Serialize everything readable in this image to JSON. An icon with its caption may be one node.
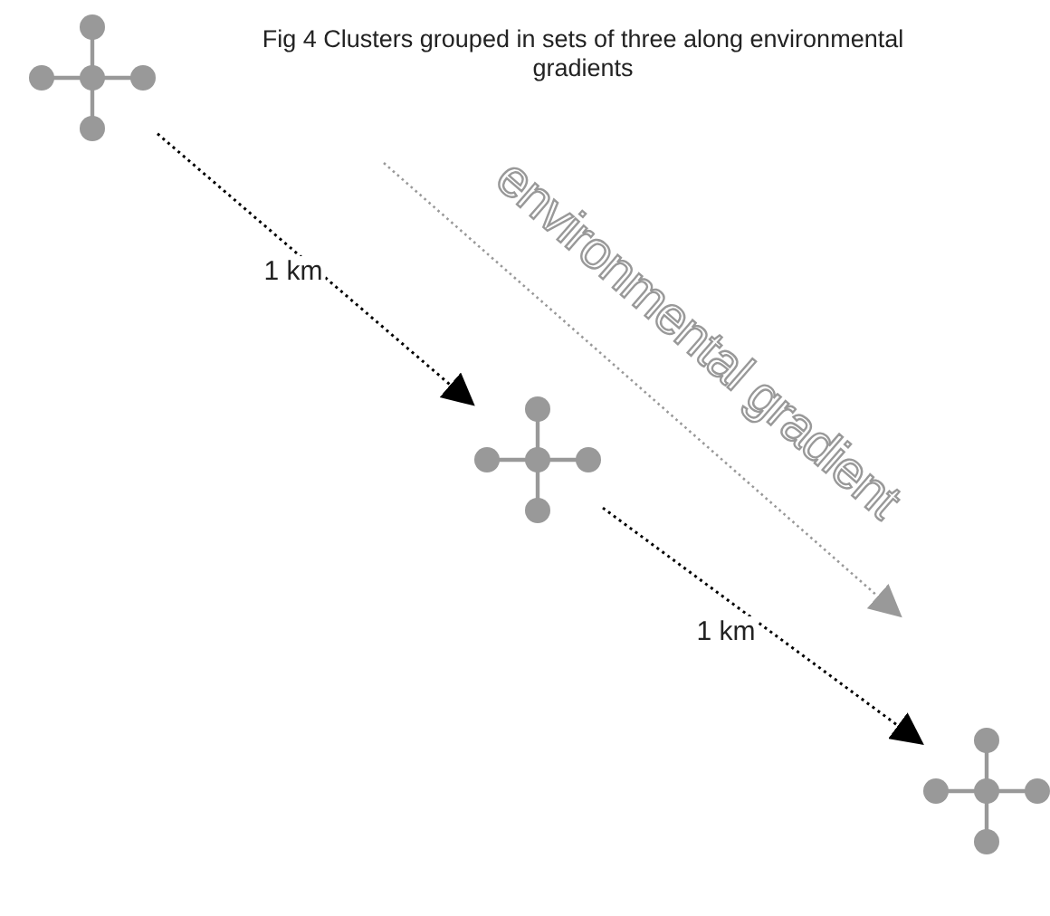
{
  "diagram": {
    "title": "Fig 4 Clusters grouped in sets of three along environmental gradients",
    "nodes": [
      {
        "text": [],
        "shape": "picture"
      },
      {
        "text": [],
        "shape": "picture"
      },
      {
        "text": [],
        "shape": "picture"
      }
    ],
    "edges": [
      {
        "from": 0,
        "to": 1,
        "arrow": "to",
        "label": "1 km",
        "style": "dashed"
      },
      {
        "from": 1,
        "to": 2,
        "arrow": "to",
        "label": "1 km",
        "style": "dashed"
      }
    ],
    "labels": [
      "environmental gradient"
    ]
  }
}
